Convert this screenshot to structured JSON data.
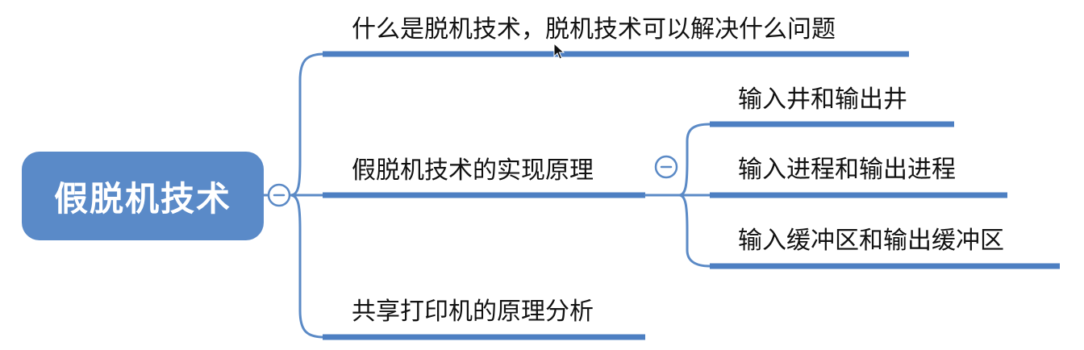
{
  "mindmap": {
    "root": {
      "label": "假脱机技术"
    },
    "branches": [
      {
        "label": "什么是脱机技术，脱机技术可以解决什么问题"
      },
      {
        "label": "假脱机技术的实现原理",
        "children": [
          {
            "label": "输入井和输出井"
          },
          {
            "label": "输入进程和输出进程"
          },
          {
            "label": "输入缓冲区和输出缓冲区"
          }
        ]
      },
      {
        "label": "共享打印机的原理分析"
      }
    ],
    "colors": {
      "root_fill": "#5a8ac8",
      "connector": "#5b8ac6",
      "underline": "#4d7fc2",
      "text": "#111111"
    },
    "icons": {
      "collapse": "collapse-minus-icon",
      "pointer": "mouse-pointer-icon"
    }
  }
}
